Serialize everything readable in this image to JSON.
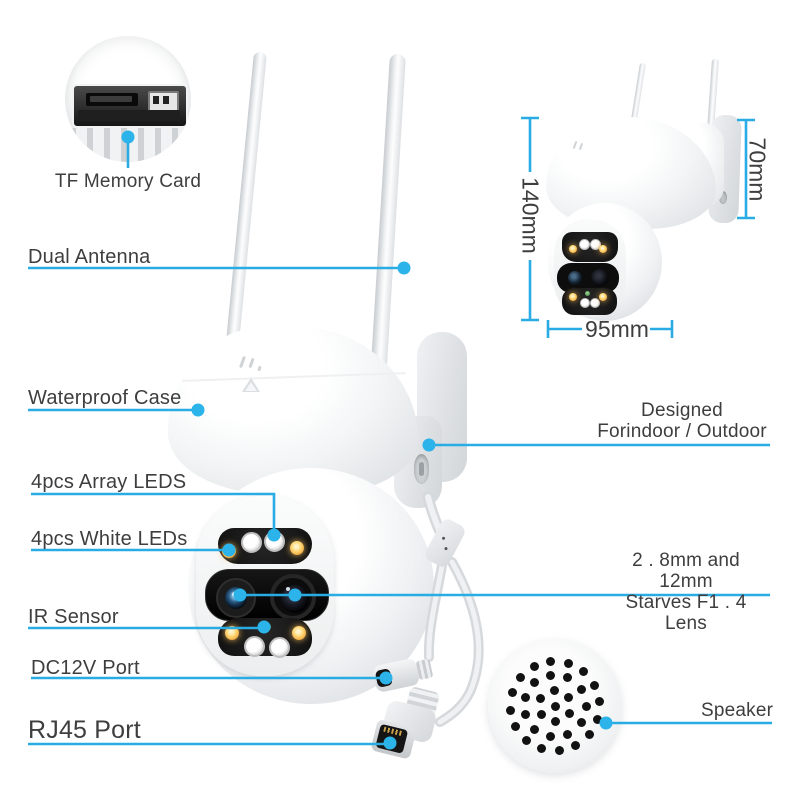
{
  "image_type": "security camera product feature diagram",
  "colors": {
    "background": "#ffffff",
    "leader_line": "#29abe3",
    "leader_dot": "#2bb3ea",
    "label_text": "#3e3e3e"
  },
  "callouts": {
    "tf_memory_card": "TF Memory Card",
    "dual_antenna": "Dual Antenna",
    "waterproof_case": "Waterproof Case",
    "array_leds": "4pcs Array LEDS",
    "white_leds": "4pcs White LEDs",
    "ir_sensor": "IR Sensor",
    "dc12v_port": "DC12V Port",
    "rj45_port": "RJ45 Port",
    "designed": {
      "line1": "Designed",
      "line2": "Forindoor / Outdoor"
    },
    "lens": {
      "line1": "2 . 8mm and 12mm",
      "line2": "Starves F1 . 4 Lens"
    },
    "speaker": "Speaker"
  },
  "dimension_labels": {
    "camera_height": "140mm",
    "bracket_height": "70mm",
    "camera_width": "95mm"
  }
}
